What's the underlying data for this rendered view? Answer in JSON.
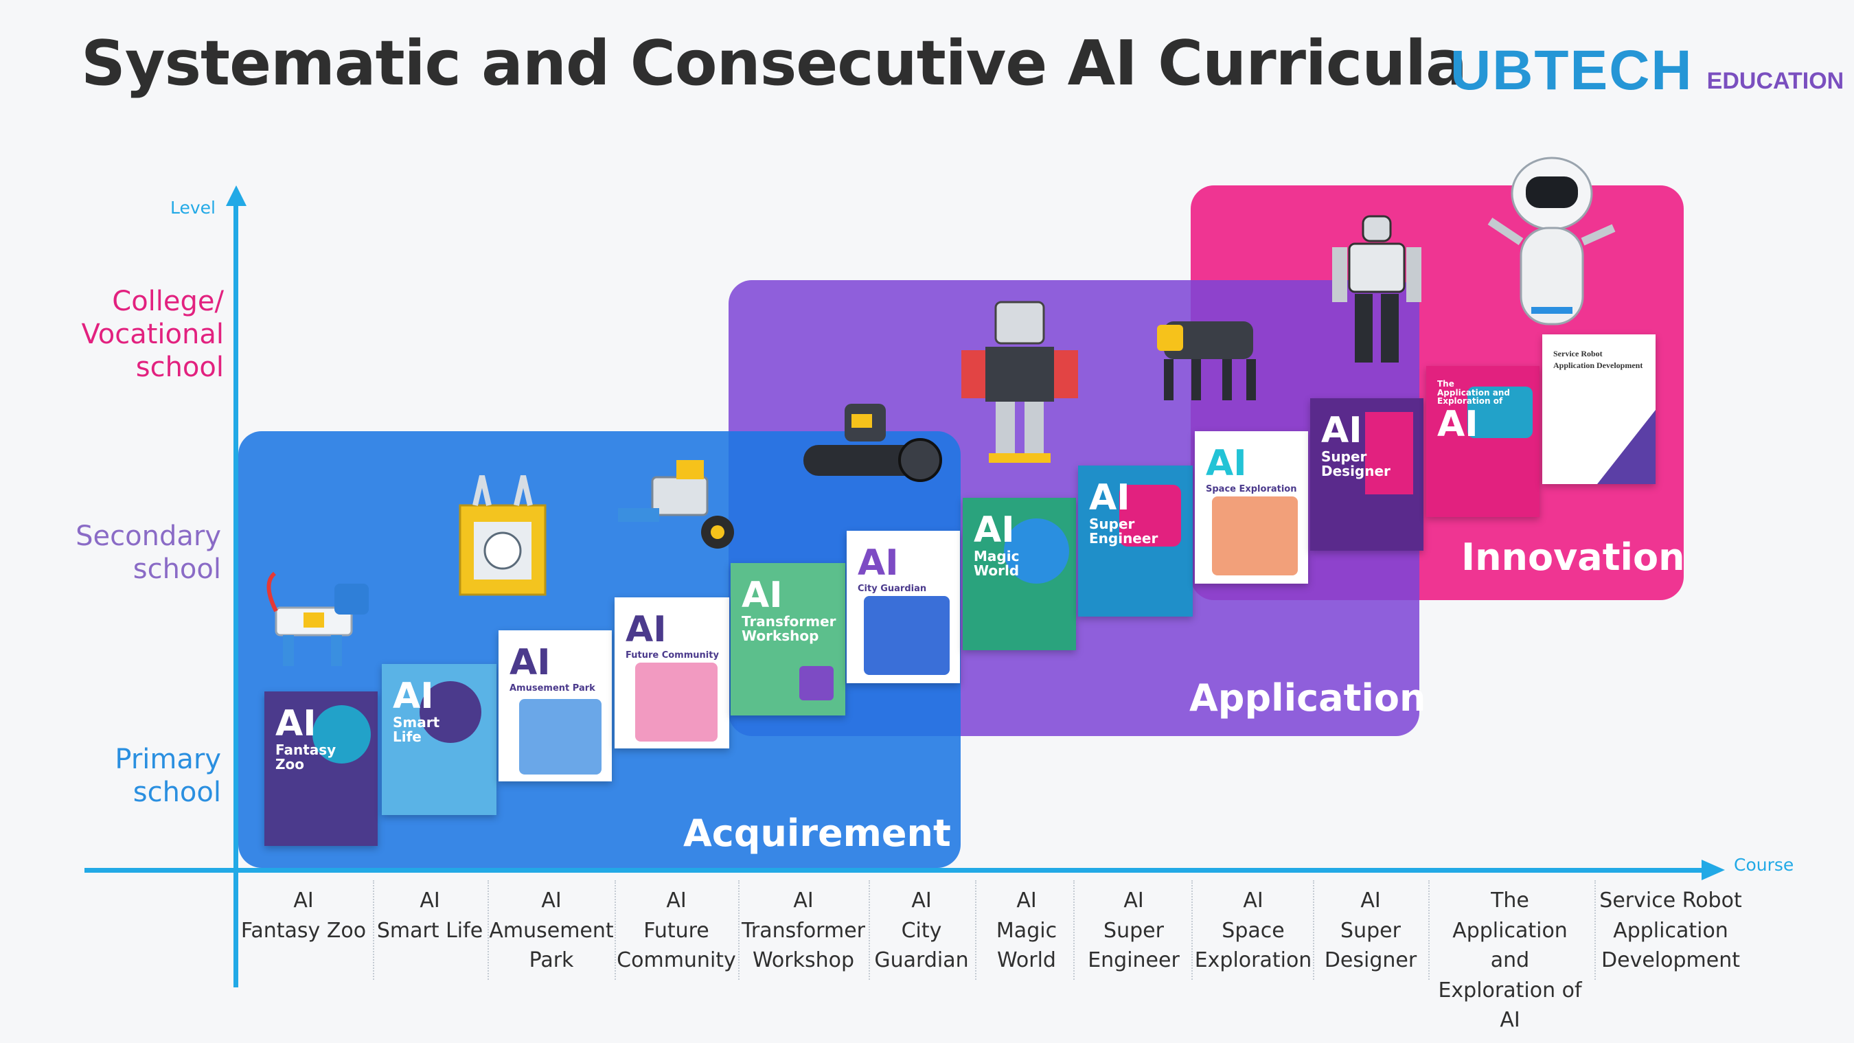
{
  "title": "Systematic and Consecutive AI Curricula",
  "logo": {
    "main": "UBTECH",
    "sub": "EDUCATION"
  },
  "axes": {
    "y_label": "Level",
    "x_label": "Course"
  },
  "levels": [
    {
      "text": "College/\nVocational\nschool",
      "color": "#e2217f"
    },
    {
      "text": "Secondary\nschool",
      "color": "#8a6bc6"
    },
    {
      "text": "Primary\nschool",
      "color": "#2a8fe0"
    }
  ],
  "stages": [
    {
      "label": "Acquirement",
      "color": "#1e78e3"
    },
    {
      "label": "Application",
      "color": "#7c44d6"
    },
    {
      "label": "Innovation",
      "color": "#ee2a8c"
    }
  ],
  "courses": [
    "AI\nFantasy Zoo",
    "AI\nSmart Life",
    "AI\nAmusement\nPark",
    "AI\nFuture\nCommunity",
    "AI\nTransformer\nWorkshop",
    "AI\nCity\nGuardian",
    "AI\nMagic\nWorld",
    "AI\nSuper\nEngineer",
    "AI\nSpace\nExploration",
    "AI\nSuper\nDesigner",
    "The Application\nand\nExploration of AI",
    "Service Robot\nApplication\nDevelopment"
  ],
  "books": [
    {
      "ai": "AI",
      "sub": "Fantasy\nZoo",
      "bg": "#4b3a8c",
      "accent": "#22a2c9"
    },
    {
      "ai": "AI",
      "sub": "Smart\nLife",
      "bg": "#5ab3e6",
      "accent": "#4b3a8c"
    },
    {
      "ai": "AI",
      "sub": "Amusement Park",
      "bg": "#ffffff",
      "accent": "#f39a1e"
    },
    {
      "ai": "AI",
      "sub": "Future Community",
      "bg": "#ffffff",
      "accent": "#f39a1e"
    },
    {
      "ai": "AI",
      "sub": "Transformer\nWorkshop",
      "bg": "#5cbf8c",
      "accent": "#7d4bc4"
    },
    {
      "ai": "AI",
      "sub": "City Guardian",
      "bg": "#ffffff",
      "accent": "#7d4bc4"
    },
    {
      "ai": "AI",
      "sub": "Magic\nWorld",
      "bg": "#2aa37d",
      "accent": "#2a8fe0"
    },
    {
      "ai": "AI",
      "sub": "Super\nEngineer",
      "bg": "#1f8fc9",
      "accent": "#e2217f"
    },
    {
      "ai": "AI",
      "sub": "Space Exploration",
      "bg": "#ffffff",
      "accent": "#22c3d6"
    },
    {
      "ai": "AI",
      "sub": "Super\nDesigner",
      "bg": "#5a2a8c",
      "accent": "#e2217f"
    },
    {
      "ai": "AI",
      "sub": "The\nApplication and\nExploration of",
      "bg": "#e2217f",
      "accent": "#22a2c9"
    },
    {
      "ai": "",
      "sub": "Service Robot\nApplication Development",
      "bg": "#ffffff",
      "accent": "#4b3a8c"
    }
  ]
}
